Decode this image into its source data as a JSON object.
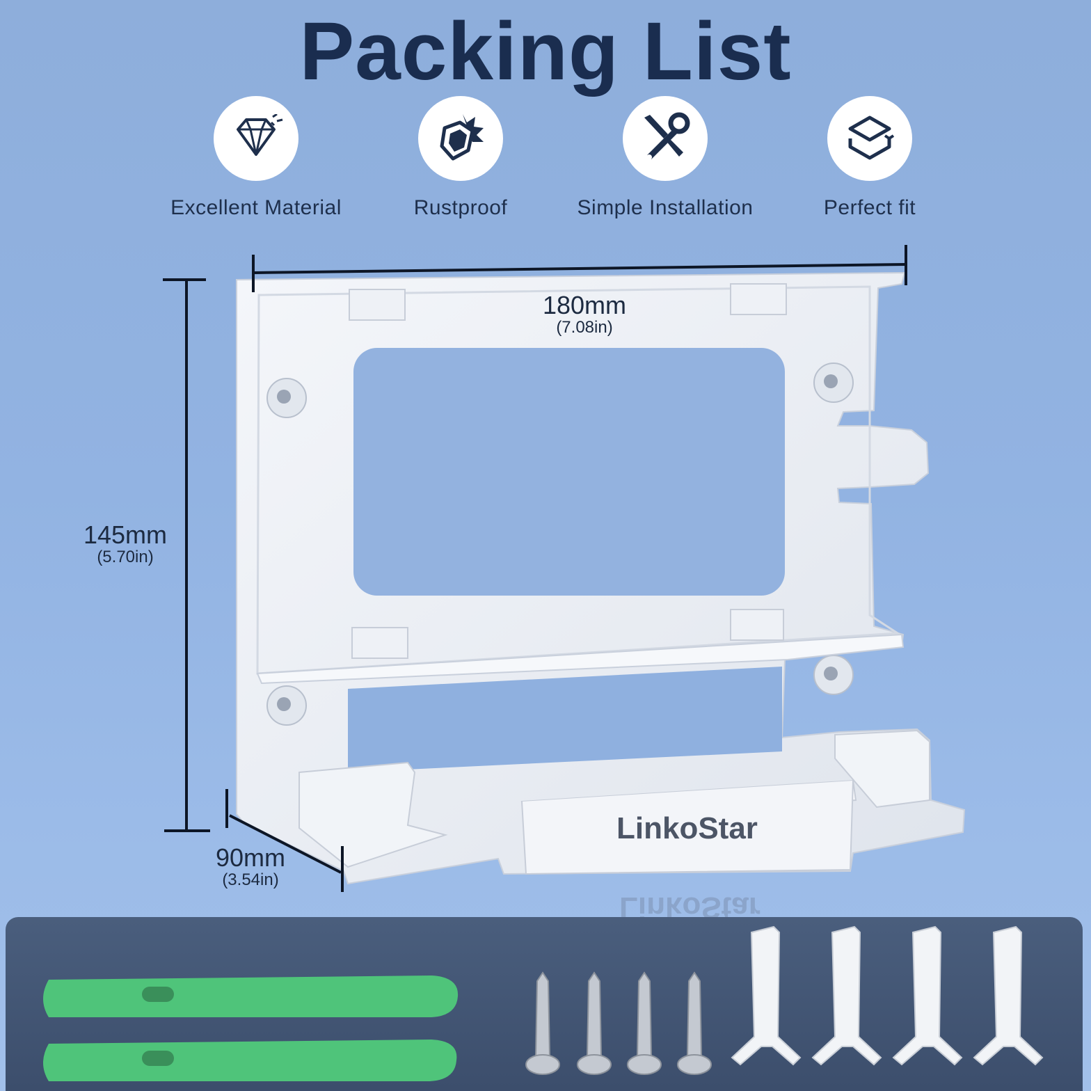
{
  "title": "Packing List",
  "features": [
    {
      "label": "Excellent Material",
      "icon": "diamond-icon"
    },
    {
      "label": "Rustproof",
      "icon": "shield-icon"
    },
    {
      "label": "Simple Installation",
      "icon": "tools-icon"
    },
    {
      "label": "Perfect fit",
      "icon": "layers-icon"
    }
  ],
  "dimensions": {
    "width": {
      "mm": "180mm",
      "inch": "(7.08in)"
    },
    "height": {
      "mm": "145mm",
      "inch": "(5.70in)"
    },
    "depth": {
      "mm": "90mm",
      "inch": "(3.54in)"
    }
  },
  "brand": "LinkoStar",
  "colors": {
    "background": "#92b3e2",
    "title": "#1a2d4f",
    "tray": "#44577a",
    "velcro": "#4fc47a"
  }
}
